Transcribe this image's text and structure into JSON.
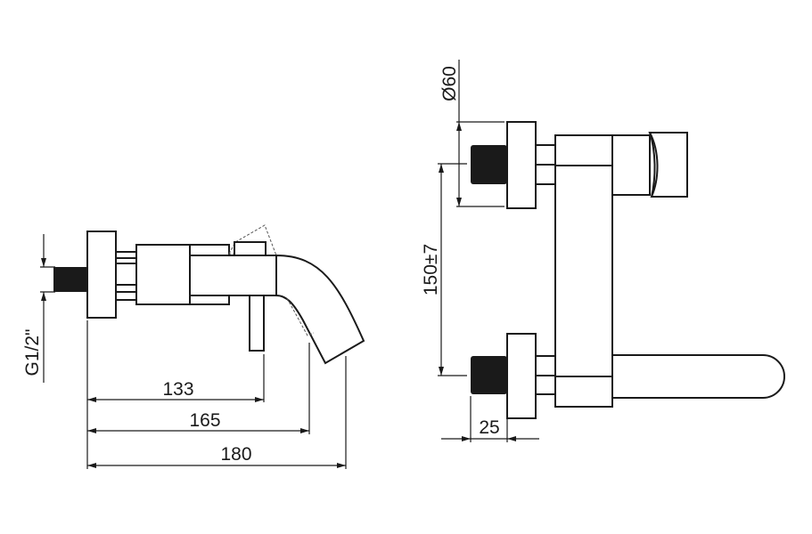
{
  "drawing": {
    "side_view": {
      "thread_label": "G1/2\"",
      "dim_lever": "133",
      "dim_spout_inner": "165",
      "dim_total": "180"
    },
    "front_view": {
      "flange_diameter": "Ø60",
      "center_distance": "150±7",
      "thread_depth": "25"
    },
    "colors": {
      "line": "#1a1a1a",
      "background": "#ffffff"
    }
  }
}
